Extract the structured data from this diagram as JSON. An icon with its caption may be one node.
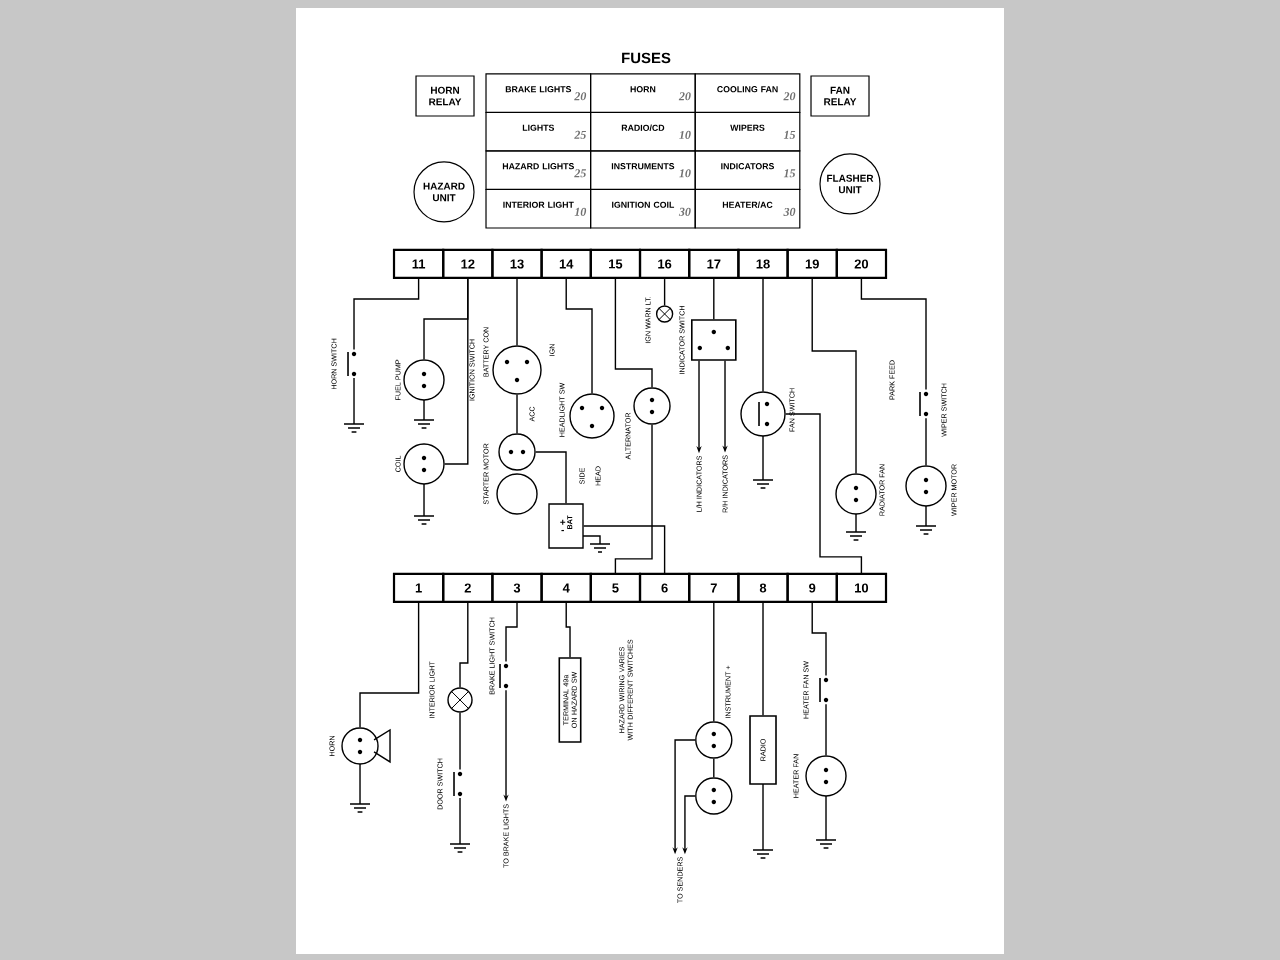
{
  "diagram": {
    "title": "FUSES",
    "nodes": [
      {
        "text": [
          "HORN RELAY"
        ]
      },
      {
        "text": [
          "BRAKE LIGHTS",
          "20"
        ]
      },
      {
        "text": [
          "HORN",
          "20"
        ]
      },
      {
        "text": [
          "COOLING FAN",
          "20"
        ]
      },
      {
        "text": [
          "FAN RELAY"
        ]
      },
      {
        "text": [
          "LIGHTS",
          "25"
        ]
      },
      {
        "text": [
          "RADIO/CD",
          "10"
        ]
      },
      {
        "text": [
          "WIPERS",
          "15"
        ]
      },
      {
        "text": [
          "HAZARD UNIT"
        ]
      },
      {
        "text": [
          "HAZARD LIGHTS",
          "25"
        ]
      },
      {
        "text": [
          "INSTRUMENTS",
          "10"
        ]
      },
      {
        "text": [
          "INDICATORS",
          "15"
        ]
      },
      {
        "text": [
          "FLASHER UNIT"
        ]
      },
      {
        "text": [
          "INTERIOR LIGHT",
          "10"
        ]
      },
      {
        "text": [
          "IGNITION COIL",
          "30"
        ]
      },
      {
        "text": [
          "HEATER/AC",
          "30"
        ]
      },
      {
        "text": [
          "11"
        ]
      },
      {
        "text": [
          "12"
        ]
      },
      {
        "text": [
          "13"
        ]
      },
      {
        "text": [
          "14"
        ]
      },
      {
        "text": [
          "15"
        ]
      },
      {
        "text": [
          "16"
        ]
      },
      {
        "text": [
          "17"
        ]
      },
      {
        "text": [
          "18"
        ]
      },
      {
        "text": [
          "19"
        ]
      },
      {
        "text": [
          "20"
        ]
      },
      {
        "text": [],
        "shape": "switch",
        "beside": [
          "HORN SWITCH"
        ]
      },
      {
        "text": [],
        "shape": "circle",
        "beside": [
          "FUEL PUMP"
        ]
      },
      {
        "text": [],
        "shape": "circle",
        "beside": [
          "COIL"
        ]
      },
      {
        "text": [],
        "shape": "circle",
        "beside": [
          "IGNITION SWITCH",
          "BATTERY CON",
          "IGN",
          "ACC"
        ]
      },
      {
        "text": [],
        "shape": "circle",
        "beside": [
          "STARTER MOTOR"
        ]
      },
      {
        "text": [
          "+",
          "-",
          "BAT"
        ]
      },
      {
        "text": [],
        "shape": "circle",
        "beside": [
          "HEADLIGHT SW",
          "SIDE",
          "HEAD"
        ]
      },
      {
        "text": [],
        "shape": "circle",
        "beside": [
          "ALTERNATOR"
        ]
      },
      {
        "text": [],
        "shape": "circle",
        "beside": [
          "IGN WARN LT."
        ]
      },
      {
        "text": [],
        "shape": "box",
        "beside": [
          "INDICATOR SWITCH"
        ]
      },
      {
        "text": [
          "L/H INDICATORS"
        ]
      },
      {
        "text": [
          "R/H INDICATORS"
        ]
      },
      {
        "text": [],
        "shape": "circle",
        "beside": [
          "FAN SWITCH"
        ]
      },
      {
        "text": [],
        "shape": "circle",
        "beside": [
          "RADIATOR FAN"
        ]
      },
      {
        "text": [],
        "shape": "switch",
        "beside": [
          "WIPER SWITCH"
        ]
      },
      {
        "text": [],
        "shape": "circle",
        "beside": [
          "WIPER MOTOR"
        ]
      },
      {
        "text": [
          "1"
        ]
      },
      {
        "text": [
          "2"
        ]
      },
      {
        "text": [
          "3"
        ]
      },
      {
        "text": [
          "4"
        ]
      },
      {
        "text": [
          "5"
        ]
      },
      {
        "text": [
          "6"
        ]
      },
      {
        "text": [
          "7"
        ]
      },
      {
        "text": [
          "8"
        ]
      },
      {
        "text": [
          "9"
        ]
      },
      {
        "text": [
          "10"
        ]
      },
      {
        "text": [],
        "shape": "horn",
        "beside": [
          "HORN"
        ]
      },
      {
        "text": [],
        "shape": "circle",
        "beside": [
          "INTERIOR LIGHT"
        ]
      },
      {
        "text": [],
        "shape": "switch",
        "beside": [
          "DOOR SWITCH"
        ]
      },
      {
        "text": [],
        "shape": "switch",
        "beside": [
          "BRAKE LIGHT SWITCH"
        ]
      },
      {
        "text": [
          "TO BRAKE LIGHTS"
        ]
      },
      {
        "text": [
          "TERMINAL 49a ON HAZARD SW"
        ]
      },
      {
        "text": [],
        "shape": "circle",
        "beside": [
          "INSTRUMENT +"
        ]
      },
      {
        "text": [],
        "shape": "circle"
      },
      {
        "text": [
          "TO SENDERS"
        ]
      },
      {
        "text": [
          "RADIO"
        ]
      },
      {
        "text": [],
        "shape": "switch",
        "beside": [
          "HEATER FAN SW"
        ]
      },
      {
        "text": [],
        "shape": "circle",
        "beside": [
          "HEATER FAN"
        ]
      }
    ],
    "edges": [
      {
        "from": 16,
        "to": 26,
        "arrow": "none"
      },
      {
        "from": 17,
        "to": 27,
        "arrow": "none"
      },
      {
        "from": 17,
        "to": 28,
        "arrow": "none"
      },
      {
        "from": 18,
        "to": 29,
        "arrow": "none"
      },
      {
        "from": 29,
        "to": 30,
        "arrow": "none"
      },
      {
        "from": 30,
        "to": 31,
        "arrow": "none"
      },
      {
        "from": 19,
        "to": 32,
        "arrow": "none"
      },
      {
        "from": 20,
        "to": 33,
        "arrow": "none"
      },
      {
        "from": 21,
        "to": 34,
        "arrow": "none"
      },
      {
        "from": 22,
        "to": 35,
        "arrow": "none"
      },
      {
        "from": 35,
        "to": 36,
        "arrow": "to"
      },
      {
        "from": 35,
        "to": 37,
        "arrow": "to"
      },
      {
        "from": 23,
        "to": 38,
        "arrow": "none"
      },
      {
        "from": 24,
        "to": 39,
        "arrow": "none"
      },
      {
        "from": 25,
        "to": 40,
        "arrow": "none"
      },
      {
        "from": 40,
        "to": 41,
        "arrow": "none"
      },
      {
        "from": 42,
        "to": 52,
        "arrow": "none"
      },
      {
        "from": 43,
        "to": 53,
        "arrow": "none"
      },
      {
        "from": 53,
        "to": 54,
        "arrow": "none"
      },
      {
        "from": 44,
        "to": 55,
        "arrow": "none"
      },
      {
        "from": 55,
        "to": 56,
        "arrow": "to"
      },
      {
        "from": 45,
        "to": 57,
        "arrow": "none"
      },
      {
        "from": 46,
        "to": 33,
        "arrow": "none"
      },
      {
        "from": 47,
        "to": 31,
        "arrow": "none"
      },
      {
        "from": 48,
        "to": 58,
        "arrow": "none"
      },
      {
        "from": 58,
        "to": 59,
        "arrow": "none"
      },
      {
        "from": 58,
        "to": 60,
        "arrow": "to"
      },
      {
        "from": 59,
        "to": 60,
        "arrow": "to"
      },
      {
        "from": 49,
        "to": 61,
        "arrow": "none"
      },
      {
        "from": 50,
        "to": 62,
        "arrow": "none"
      },
      {
        "from": 62,
        "to": 63,
        "arrow": "none"
      },
      {
        "from": 51,
        "to": 38,
        "arrow": "none"
      }
    ],
    "labels": [
      "PARK FEED",
      "HAZARD WIRING VARIES WITH DIFFERENT SWITCHES"
    ]
  }
}
